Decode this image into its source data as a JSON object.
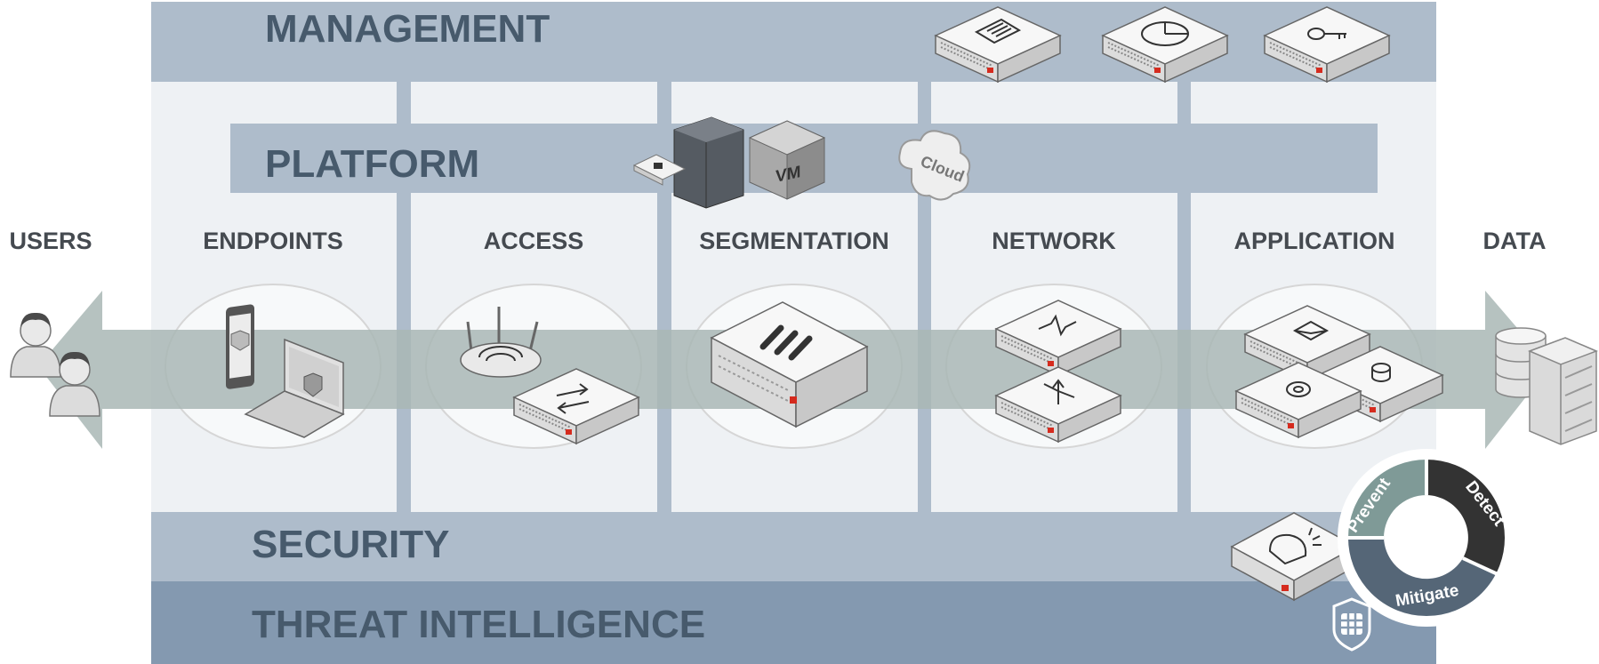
{
  "bands": {
    "management": "MANAGEMENT",
    "platform": "PLATFORM",
    "security": "SECURITY",
    "threat_intelligence": "THREAT INTELLIGENCE"
  },
  "columns": {
    "users": "USERS",
    "endpoints": "ENDPOINTS",
    "access": "ACCESS",
    "segmentation": "SEGMENTATION",
    "network": "NETWORK",
    "application": "APPLICATION",
    "data": "DATA"
  },
  "platform_icons": {
    "vm": "VM",
    "cloud": "Cloud"
  },
  "cycle": {
    "prevent": "Prevent",
    "detect": "Detect",
    "mitigate": "Mitigate"
  },
  "colors": {
    "band_light": "#aebccb",
    "band_dark": "#8499b0",
    "column_bg": "#eef1f4",
    "arrow": "#a9b7b5",
    "label_dark": "#475a6c",
    "brand_red": "#d52b1e",
    "cycle_prevent": "#7f9a97",
    "cycle_detect": "#333333",
    "cycle_mitigate": "#556677"
  }
}
